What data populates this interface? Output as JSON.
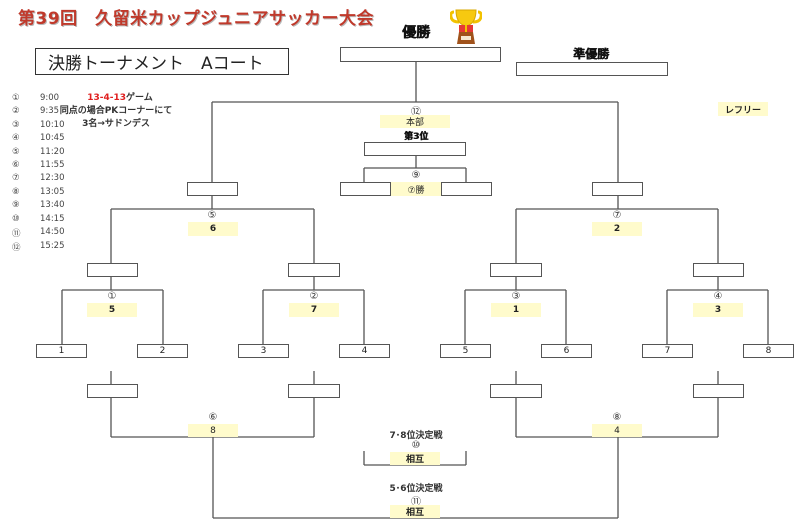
{
  "header": {
    "title": "第39回　久留米カップジュニアサッカー大会",
    "subtitle": "決勝トーナメント　Aコート",
    "champion_label": "優勝",
    "runner_up_label": "準優勝",
    "trophy_icon": "trophy-icon"
  },
  "schedule": [
    {
      "num": "①",
      "time": "9:00"
    },
    {
      "num": "②",
      "time": "9:35"
    },
    {
      "num": "③",
      "time": "10:10"
    },
    {
      "num": "④",
      "time": "10:45"
    },
    {
      "num": "⑤",
      "time": "11:20"
    },
    {
      "num": "⑥",
      "time": "11:55"
    },
    {
      "num": "⑦",
      "time": "12:30"
    },
    {
      "num": "⑧",
      "time": "13:05"
    },
    {
      "num": "⑨",
      "time": "13:40"
    },
    {
      "num": "⑩",
      "time": "14:15"
    },
    {
      "num": "⑪",
      "time": "14:50"
    },
    {
      "num": "⑫",
      "time": "15:25"
    }
  ],
  "notes": {
    "line1_red": "13-4-13",
    "line1_rest": "ゲーム",
    "line2": "同点の場合PKコーナーにて",
    "line3": "3名→サドンデス"
  },
  "referee_label": "レフリー",
  "final": {
    "match_no": "⑫",
    "referee": "本部"
  },
  "third_place": {
    "label": "第3位",
    "match_no": "⑨",
    "referee": "⑦勝"
  },
  "semifinals": [
    {
      "match_no": "⑤",
      "referee": "6"
    },
    {
      "match_no": "⑦",
      "referee": "2"
    }
  ],
  "quarterfinals": [
    {
      "match_no": "①",
      "referee": "5"
    },
    {
      "match_no": "②",
      "referee": "7"
    },
    {
      "match_no": "③",
      "referee": "1"
    },
    {
      "match_no": "④",
      "referee": "3"
    }
  ],
  "seeds": [
    "1",
    "2",
    "3",
    "4",
    "5",
    "6",
    "7",
    "8"
  ],
  "consolation": [
    {
      "match_no": "⑥",
      "referee": "8"
    },
    {
      "match_no": "⑧",
      "referee": "4"
    }
  ],
  "place_7_8": {
    "label": "7･8位決定戦",
    "match_no": "⑩",
    "referee": "相互"
  },
  "place_5_6": {
    "label": "5･6位決定戦",
    "match_no": "⑪",
    "referee": "相互"
  },
  "colors": {
    "title": "#c0392b",
    "highlight": "#fffbcc",
    "red_note": "#e02020"
  }
}
